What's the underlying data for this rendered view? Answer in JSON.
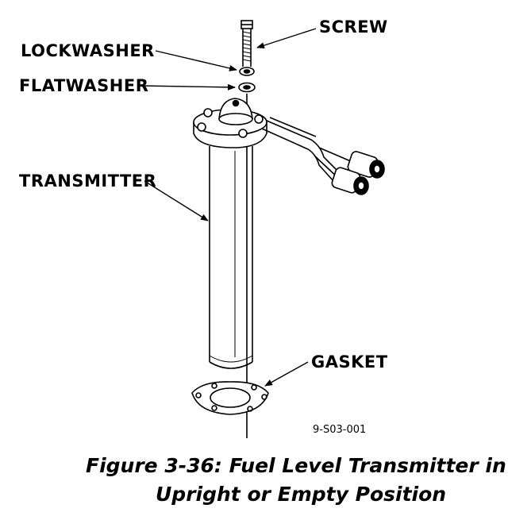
{
  "labels": {
    "screw": "SCREW",
    "lockwasher": "LOCKWASHER",
    "flatwasher": "FLATWASHER",
    "transmitter": "TRANSMITTER",
    "gasket": "GASKET"
  },
  "reference": "9-S03-001",
  "caption": {
    "line1": "Figure 3-36:   Fuel Level Transmitter in",
    "line2": "Upright or Empty Position"
  },
  "colors": {
    "ink": "#000000",
    "paper": "#ffffff"
  }
}
